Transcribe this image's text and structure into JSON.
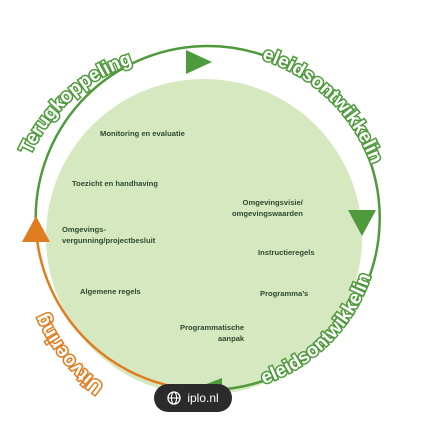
{
  "colors": {
    "green": "#4f9a3c",
    "orange": "#e07d21",
    "inner_fill": "#d5e8c0",
    "inner_text": "#2e4a2e",
    "badge_bg": "#2b2b2b"
  },
  "cycle": {
    "terugkoppeling": "Terugkoppeling",
    "beleidsontwikkeling": "Beleidsontwikkeling",
    "beleidsontwikkeling_cont": "Beleidsontwikkeling",
    "uitvoering": "Uitvoering"
  },
  "inner": {
    "monitoring": "Monitoring en evaluatie",
    "toezicht": "Toezicht en handhaving",
    "omgevingsvergunning": "Omgevings-\nvergunning/projectbesluit",
    "algemene_regels": "Algemene regels",
    "omgevingsvisie": "Omgevingsvisie/\nomgevingswaarden",
    "instructieregels": "Instructieregels",
    "programmas": "Programma’s",
    "programmatische": "Programmatische\naanpak"
  },
  "badge": {
    "icon": "globe-icon",
    "label": "iplo.nl"
  }
}
